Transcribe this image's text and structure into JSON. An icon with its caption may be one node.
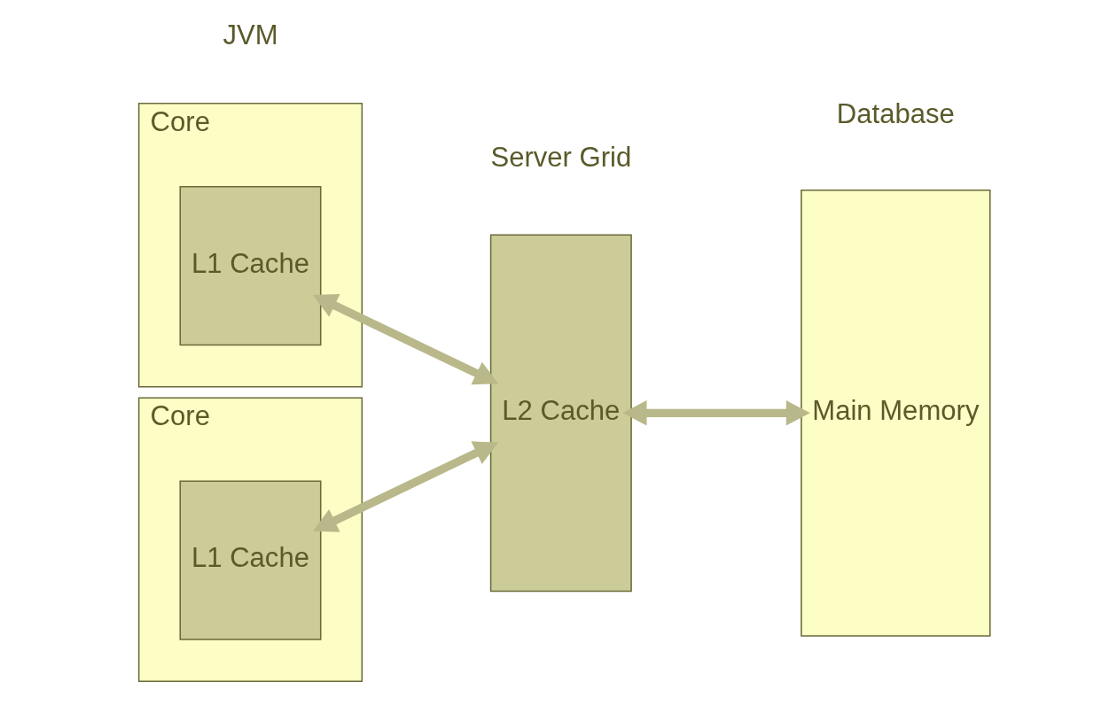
{
  "diagram": {
    "nodes": [
      {
        "text": [
          "Core"
        ]
      },
      {
        "text": [
          "L1 Cache"
        ],
        "in": 0
      },
      {
        "text": [
          "Core"
        ]
      },
      {
        "text": [
          "L1 Cache"
        ],
        "in": 2
      },
      {
        "text": [
          "L2 Cache"
        ]
      },
      {
        "text": [
          "Main Memory"
        ]
      }
    ],
    "edges": [
      {
        "from": 1,
        "to": 4,
        "arrow": "both"
      },
      {
        "from": 3,
        "to": 4,
        "arrow": "both"
      },
      {
        "from": 4,
        "to": 5,
        "arrow": "both"
      }
    ],
    "labels": [
      "JVM",
      "Server Grid",
      "Database"
    ]
  }
}
